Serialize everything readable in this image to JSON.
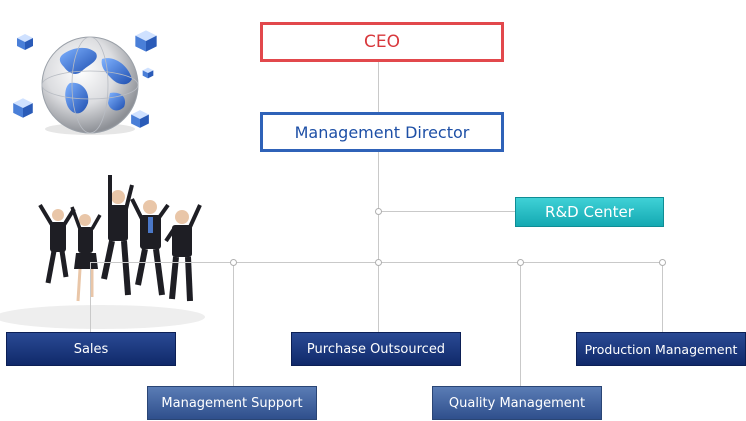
{
  "org_chart": {
    "ceo": "CEO",
    "management_director": "Management Director",
    "rnd_center": "R&D Center",
    "departments": {
      "sales": "Sales",
      "management_support": "Management Support",
      "purchase_outsourced": "Purchase Outsourced",
      "quality_management": "Quality Management",
      "production_management": "Production Management"
    }
  },
  "colors": {
    "ceo_border": "#e2484c",
    "director_border": "#2f62b8",
    "rnd_fill": "#1fb8c0",
    "dept_fill": "#1a3578",
    "dept_light_fill": "#4467a4",
    "connector": "#c9c9c9"
  },
  "decorations": {
    "globe": "globe-icon",
    "people": "jumping-business-people-image"
  }
}
